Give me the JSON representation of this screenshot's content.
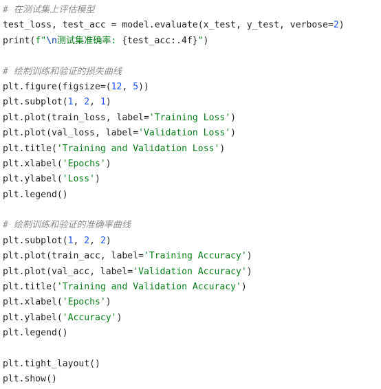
{
  "editor": {
    "lines": [
      {
        "tokens": [
          {
            "t": "comment",
            "v": "# 在测试集上评估模型"
          }
        ]
      },
      {
        "tokens": [
          {
            "t": "plain",
            "v": "test_loss, test_acc = model.evaluate(x_test, y_test, verbose="
          },
          {
            "t": "num",
            "v": "2"
          },
          {
            "t": "plain",
            "v": ")"
          }
        ]
      },
      {
        "tokens": [
          {
            "t": "plain",
            "v": "print("
          },
          {
            "t": "str",
            "v": "f\""
          },
          {
            "t": "esc",
            "v": "\\n"
          },
          {
            "t": "str",
            "v": "测试集准确率: "
          },
          {
            "t": "plain",
            "v": "{test_acc:.4f}"
          },
          {
            "t": "str",
            "v": "\""
          },
          {
            "t": "plain",
            "v": ")"
          }
        ]
      },
      {
        "tokens": []
      },
      {
        "tokens": [
          {
            "t": "comment",
            "v": "# 绘制训练和验证的损失曲线"
          }
        ]
      },
      {
        "tokens": [
          {
            "t": "plain",
            "v": "plt.figure(figsize=("
          },
          {
            "t": "num",
            "v": "12"
          },
          {
            "t": "plain",
            "v": ", "
          },
          {
            "t": "num",
            "v": "5"
          },
          {
            "t": "plain",
            "v": "))"
          }
        ]
      },
      {
        "tokens": [
          {
            "t": "plain",
            "v": "plt.subplot("
          },
          {
            "t": "num",
            "v": "1"
          },
          {
            "t": "plain",
            "v": ", "
          },
          {
            "t": "num",
            "v": "2"
          },
          {
            "t": "plain",
            "v": ", "
          },
          {
            "t": "num",
            "v": "1"
          },
          {
            "t": "plain",
            "v": ")"
          }
        ]
      },
      {
        "tokens": [
          {
            "t": "plain",
            "v": "plt.plot(train_loss, label="
          },
          {
            "t": "str",
            "v": "'Training Loss'"
          },
          {
            "t": "plain",
            "v": ")"
          }
        ]
      },
      {
        "tokens": [
          {
            "t": "plain",
            "v": "plt.plot(val_loss, label="
          },
          {
            "t": "str",
            "v": "'Validation Loss'"
          },
          {
            "t": "plain",
            "v": ")"
          }
        ]
      },
      {
        "tokens": [
          {
            "t": "plain",
            "v": "plt.title("
          },
          {
            "t": "str",
            "v": "'Training and Validation Loss'"
          },
          {
            "t": "plain",
            "v": ")"
          }
        ]
      },
      {
        "tokens": [
          {
            "t": "plain",
            "v": "plt.xlabel("
          },
          {
            "t": "str",
            "v": "'Epochs'"
          },
          {
            "t": "plain",
            "v": ")"
          }
        ]
      },
      {
        "tokens": [
          {
            "t": "plain",
            "v": "plt.ylabel("
          },
          {
            "t": "str",
            "v": "'Loss'"
          },
          {
            "t": "plain",
            "v": ")"
          }
        ]
      },
      {
        "tokens": [
          {
            "t": "plain",
            "v": "plt.legend()"
          }
        ]
      },
      {
        "tokens": []
      },
      {
        "tokens": [
          {
            "t": "comment",
            "v": "# 绘制训练和验证的准确率曲线"
          }
        ]
      },
      {
        "tokens": [
          {
            "t": "plain",
            "v": "plt.subplot("
          },
          {
            "t": "num",
            "v": "1"
          },
          {
            "t": "plain",
            "v": ", "
          },
          {
            "t": "num",
            "v": "2"
          },
          {
            "t": "plain",
            "v": ", "
          },
          {
            "t": "num",
            "v": "2"
          },
          {
            "t": "plain",
            "v": ")"
          }
        ]
      },
      {
        "tokens": [
          {
            "t": "plain",
            "v": "plt.plot(train_acc, label="
          },
          {
            "t": "str",
            "v": "'Training Accuracy'"
          },
          {
            "t": "plain",
            "v": ")"
          }
        ]
      },
      {
        "tokens": [
          {
            "t": "plain",
            "v": "plt.plot(val_acc, label="
          },
          {
            "t": "str",
            "v": "'Validation Accuracy'"
          },
          {
            "t": "plain",
            "v": ")"
          }
        ]
      },
      {
        "tokens": [
          {
            "t": "plain",
            "v": "plt.title("
          },
          {
            "t": "str",
            "v": "'Training and Validation Accuracy'"
          },
          {
            "t": "plain",
            "v": ")"
          }
        ]
      },
      {
        "tokens": [
          {
            "t": "plain",
            "v": "plt.xlabel("
          },
          {
            "t": "str",
            "v": "'Epochs'"
          },
          {
            "t": "plain",
            "v": ")"
          }
        ]
      },
      {
        "tokens": [
          {
            "t": "plain",
            "v": "plt.ylabel("
          },
          {
            "t": "str",
            "v": "'Accuracy'"
          },
          {
            "t": "plain",
            "v": ")"
          }
        ]
      },
      {
        "tokens": [
          {
            "t": "plain",
            "v": "plt.legend()"
          }
        ]
      },
      {
        "tokens": []
      },
      {
        "tokens": [
          {
            "t": "plain",
            "v": "plt.tight_layout()"
          }
        ]
      },
      {
        "tokens": [
          {
            "t": "plain",
            "v": "plt.show()"
          }
        ]
      }
    ]
  },
  "colors": {
    "background": "#ffffff",
    "text": "#1f1f1f",
    "comment": "#8c8c8c",
    "string": "#067d17",
    "number": "#1750eb",
    "escape": "#0037a6"
  }
}
